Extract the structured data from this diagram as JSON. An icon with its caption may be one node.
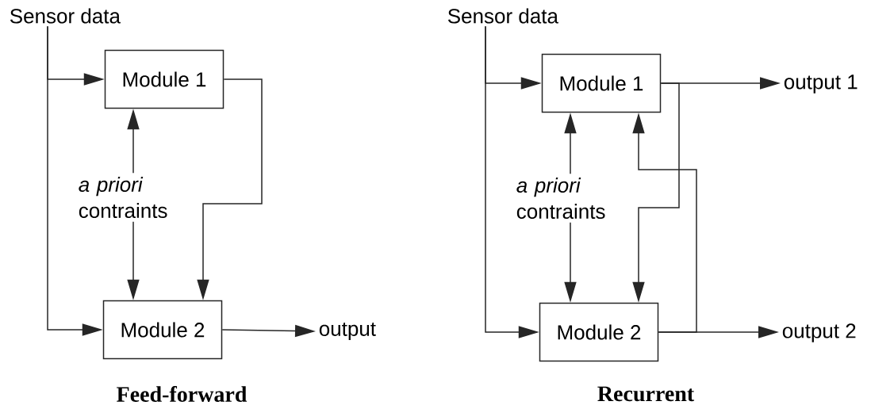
{
  "diagram": {
    "nodes": [
      {
        "text": [
          "Sensor data"
        ]
      },
      {
        "text": [
          "Module 1"
        ]
      },
      {
        "text": [
          "*a priori* contraints"
        ]
      },
      {
        "text": [
          "Module 2"
        ]
      },
      {
        "text": [
          "output"
        ]
      },
      {
        "text": [
          "Sensor data"
        ]
      },
      {
        "text": [
          "Module 1"
        ]
      },
      {
        "text": [
          "output 1"
        ]
      },
      {
        "text": [
          "*a priori* contraints"
        ]
      },
      {
        "text": [
          "Module 2"
        ]
      },
      {
        "text": [
          "output 2"
        ]
      }
    ],
    "edges": [
      {
        "from": 0,
        "to": 1,
        "arrow": "to"
      },
      {
        "from": 0,
        "to": 3,
        "arrow": "to"
      },
      {
        "from": 2,
        "to": 1,
        "arrow": "to"
      },
      {
        "from": 2,
        "to": 3,
        "arrow": "to"
      },
      {
        "from": 1,
        "to": 3,
        "arrow": "to"
      },
      {
        "from": 3,
        "to": 4,
        "arrow": "to"
      },
      {
        "from": 5,
        "to": 6,
        "arrow": "to"
      },
      {
        "from": 5,
        "to": 9,
        "arrow": "to"
      },
      {
        "from": 6,
        "to": 7,
        "arrow": "to"
      },
      {
        "from": 8,
        "to": 6,
        "arrow": "to"
      },
      {
        "from": 8,
        "to": 9,
        "arrow": "to"
      },
      {
        "from": 6,
        "to": 9,
        "arrow": "to"
      },
      {
        "from": 9,
        "to": 6,
        "arrow": "to"
      },
      {
        "from": 9,
        "to": 10,
        "arrow": "to"
      }
    ],
    "labels": [
      "Feed-forward",
      "Recurrent"
    ]
  }
}
